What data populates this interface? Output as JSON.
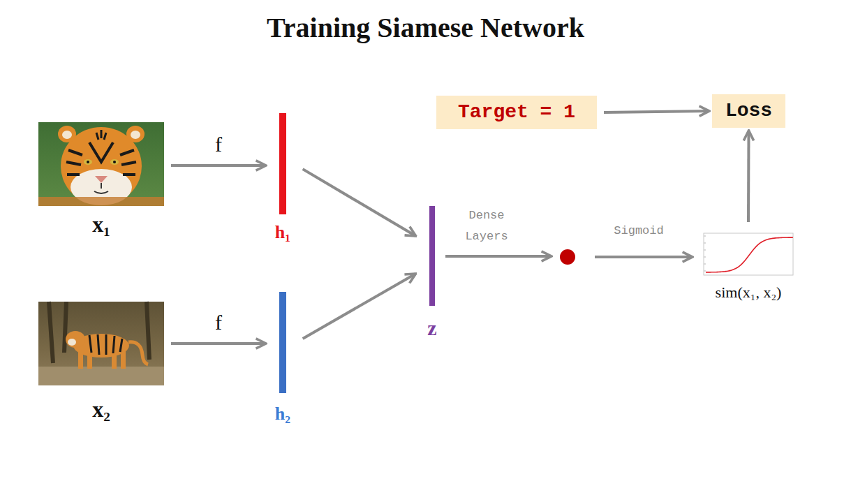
{
  "diagram": {
    "title": "Training Siamese Network",
    "nodes": [
      {
        "text": [
          "Target = 1"
        ]
      },
      {
        "text": [
          "Loss"
        ]
      },
      {
        "text": [
          "x₁"
        ]
      },
      {
        "text": [
          "h₁"
        ]
      },
      {
        "text": [
          "z"
        ]
      },
      {
        "text": [
          "sim(x₁, x₂)"
        ]
      },
      {
        "text": [
          "x₂"
        ]
      },
      {
        "text": [
          "h₂"
        ]
      }
    ],
    "edges": [
      {
        "from": 2,
        "to": 3,
        "label": "f",
        "arrow": "to"
      },
      {
        "from": 6,
        "to": 7,
        "label": "f",
        "arrow": "to"
      },
      {
        "from": 3,
        "to": 4,
        "arrow": "to"
      },
      {
        "from": 7,
        "to": 4,
        "arrow": "to"
      },
      {
        "from": 0,
        "to": 1,
        "arrow": "to"
      },
      {
        "from": 5,
        "to": 1,
        "arrow": "to"
      }
    ],
    "labels": [
      "Dense Layers",
      "Sigmoid"
    ]
  }
}
